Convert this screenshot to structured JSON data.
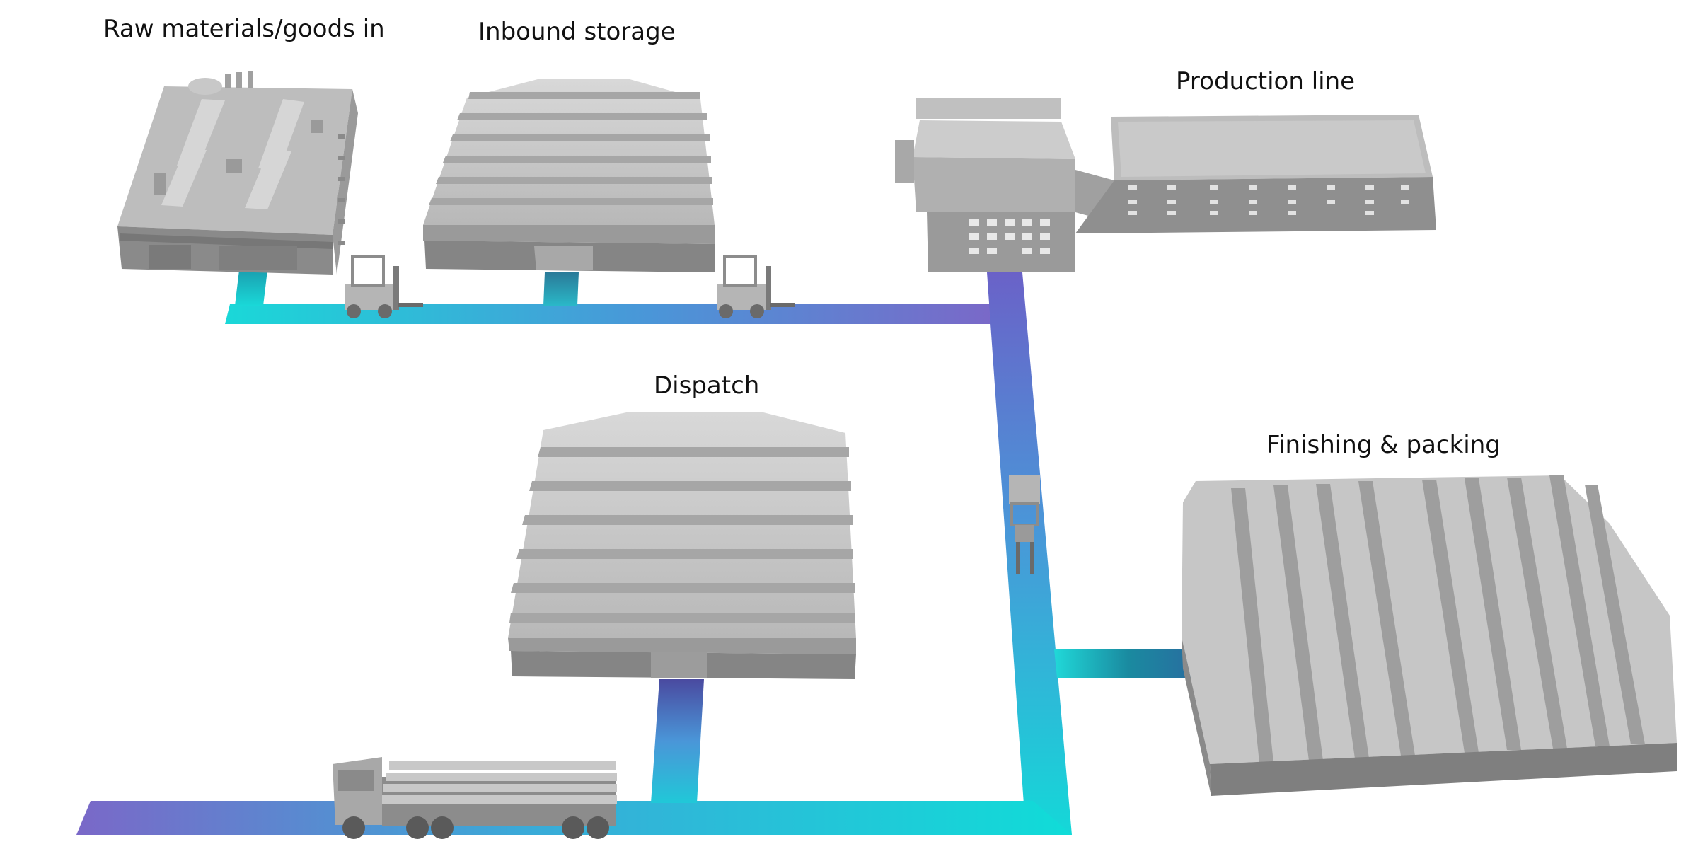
{
  "labels": {
    "raw_materials": "Raw materials/goods in",
    "inbound_storage": "Inbound storage",
    "production_line": "Production line",
    "dispatch": "Dispatch",
    "finishing_packing": "Finishing & packing"
  },
  "colors": {
    "path_cyan": "#1ad8d8",
    "path_blue": "#4a96d8",
    "path_purple": "#7a68c8",
    "building_light": "#cfcfcf",
    "building_mid": "#a9a9a9",
    "building_dark": "#7d7d7d"
  },
  "icons": [
    "forklift-icon",
    "truck-icon",
    "warehouse-icon",
    "factory-icon"
  ]
}
